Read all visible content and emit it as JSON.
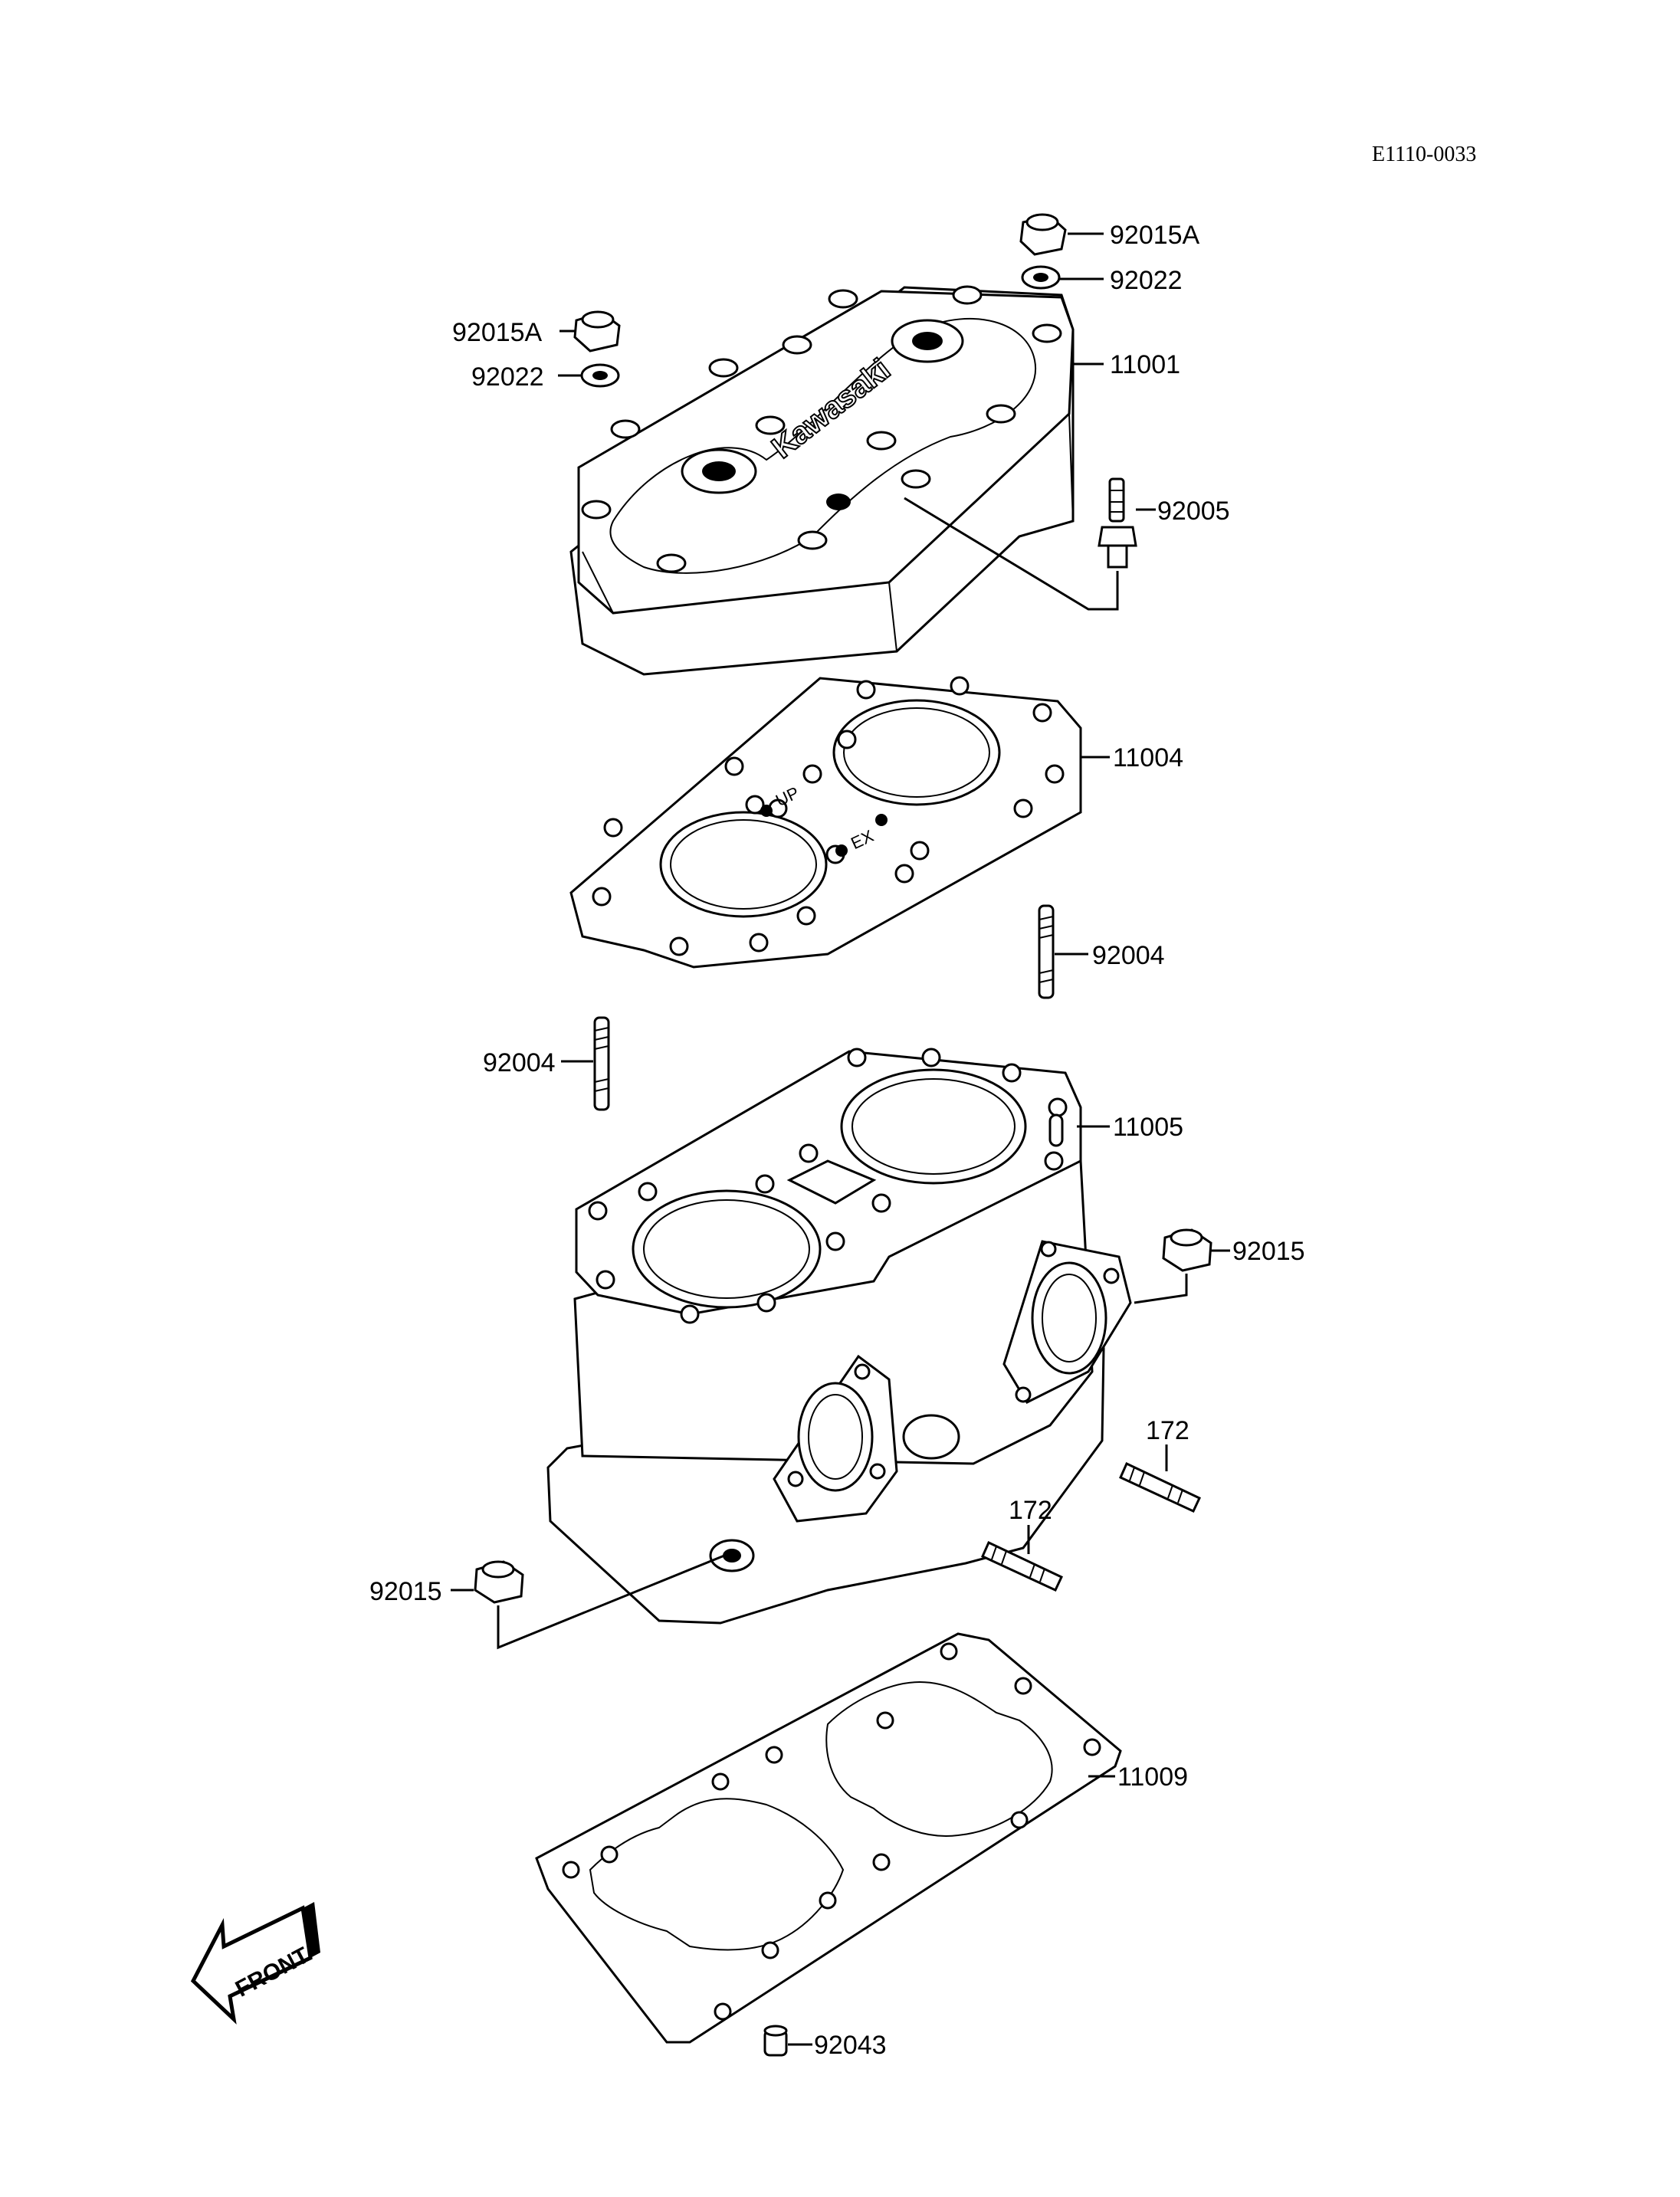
{
  "diagram_code": "E1110-0033",
  "labels": {
    "nut_cap_right": "92015A",
    "washer_right": "92022",
    "nut_cap_left": "92015A",
    "washer_left": "92022",
    "cylinder_head": "11001",
    "fitting": "92005",
    "head_gasket": "11004",
    "stud_right": "92004",
    "stud_left": "92004",
    "cylinder": "11005",
    "nut_right": "92015",
    "stud_172_right": "172",
    "stud_172_mid": "172",
    "nut_left": "92015",
    "base_gasket": "11009",
    "dowel": "92043"
  },
  "head_logo": "Kawasaki",
  "gasket_marks": {
    "up": "UP",
    "ex": "EX"
  },
  "front_badge": "FRONT"
}
